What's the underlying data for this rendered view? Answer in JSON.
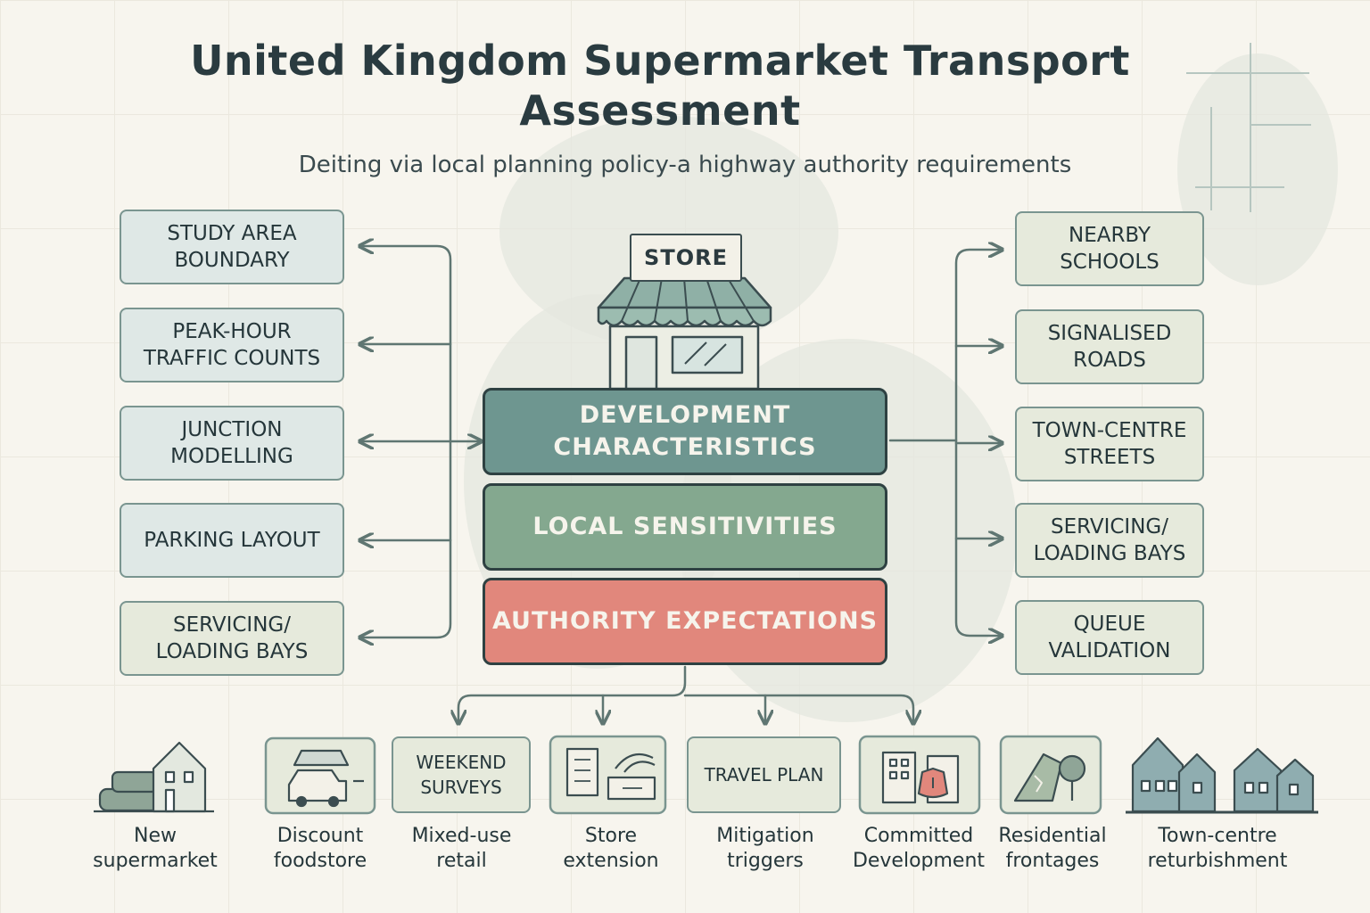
{
  "title": "United Kingdom Supermarket Transport Assessment",
  "subtitle": "Deiting via local planning policy-a highway authority requirements",
  "store_label": "STORE",
  "layers": {
    "development": "DEVELOPMENT CHARACTERISTICS",
    "local": "LOCAL SENSITIVITIES",
    "authority": "AUTHORITY EXPECTATIONS"
  },
  "left_items": [
    "STUDY AREA BOUNDARY",
    "PEAK-HOUR TRAFFIC COUNTS",
    "JUNCTION MODELLING",
    "PARKING LAYOUT",
    "SERVICING/ LOADING BAYS"
  ],
  "right_items": [
    "NEARBY SCHOOLS",
    "SIGNALISED ROADS",
    "TOWN-CENTRE STREETS",
    "SERVICING/ LOADING BAYS",
    "QUEUE VALIDATION"
  ],
  "bottom_cards": {
    "weekend": "WEEKEND SURVEYS",
    "travel": "TRAVEL PLAN"
  },
  "captions": [
    "New supermarket",
    "Discount foodstore",
    "Mixed-use retail",
    "Store extension",
    "Mitigation triggers",
    "Committed Development",
    "Residential frontages",
    "Town-centre returbishment"
  ],
  "icons": [
    "store-icon",
    "supermarket-icon",
    "foodstore-van-icon",
    "store-extension-icon",
    "committed-development-icon",
    "residential-frontage-icon",
    "town-centre-houses-icon"
  ],
  "colors": {
    "teal": "#6e9690",
    "sage": "#84a88f",
    "coral": "#e1877c",
    "line": "#5f7672"
  }
}
